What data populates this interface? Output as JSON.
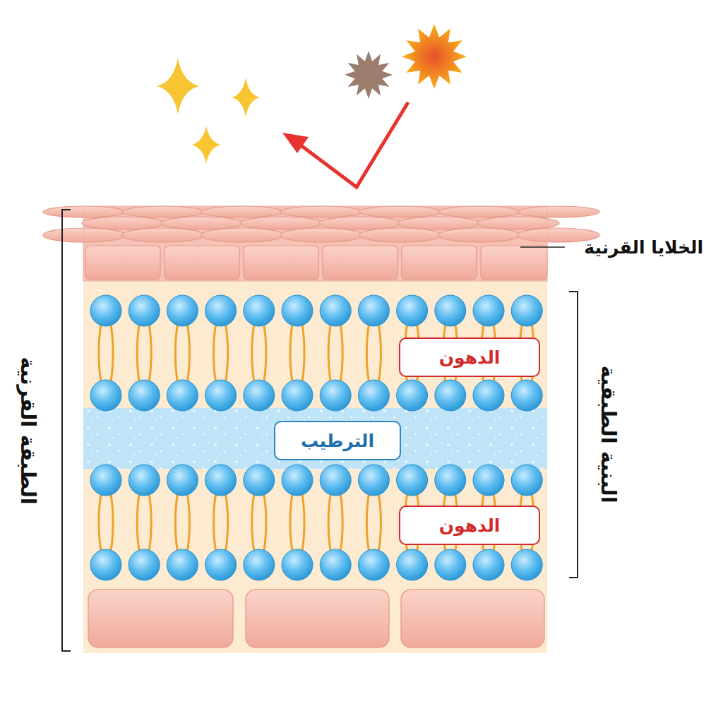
{
  "diagram": {
    "nodes": [
      {
        "text": [
          "الدهون"
        ]
      },
      {
        "text": [
          "الترطيب"
        ]
      },
      {
        "text": [
          "الدهون"
        ]
      }
    ],
    "labels": [
      "الخلايا القرنية",
      "البنية الطبقية",
      "الطبقة القرنية"
    ]
  }
}
